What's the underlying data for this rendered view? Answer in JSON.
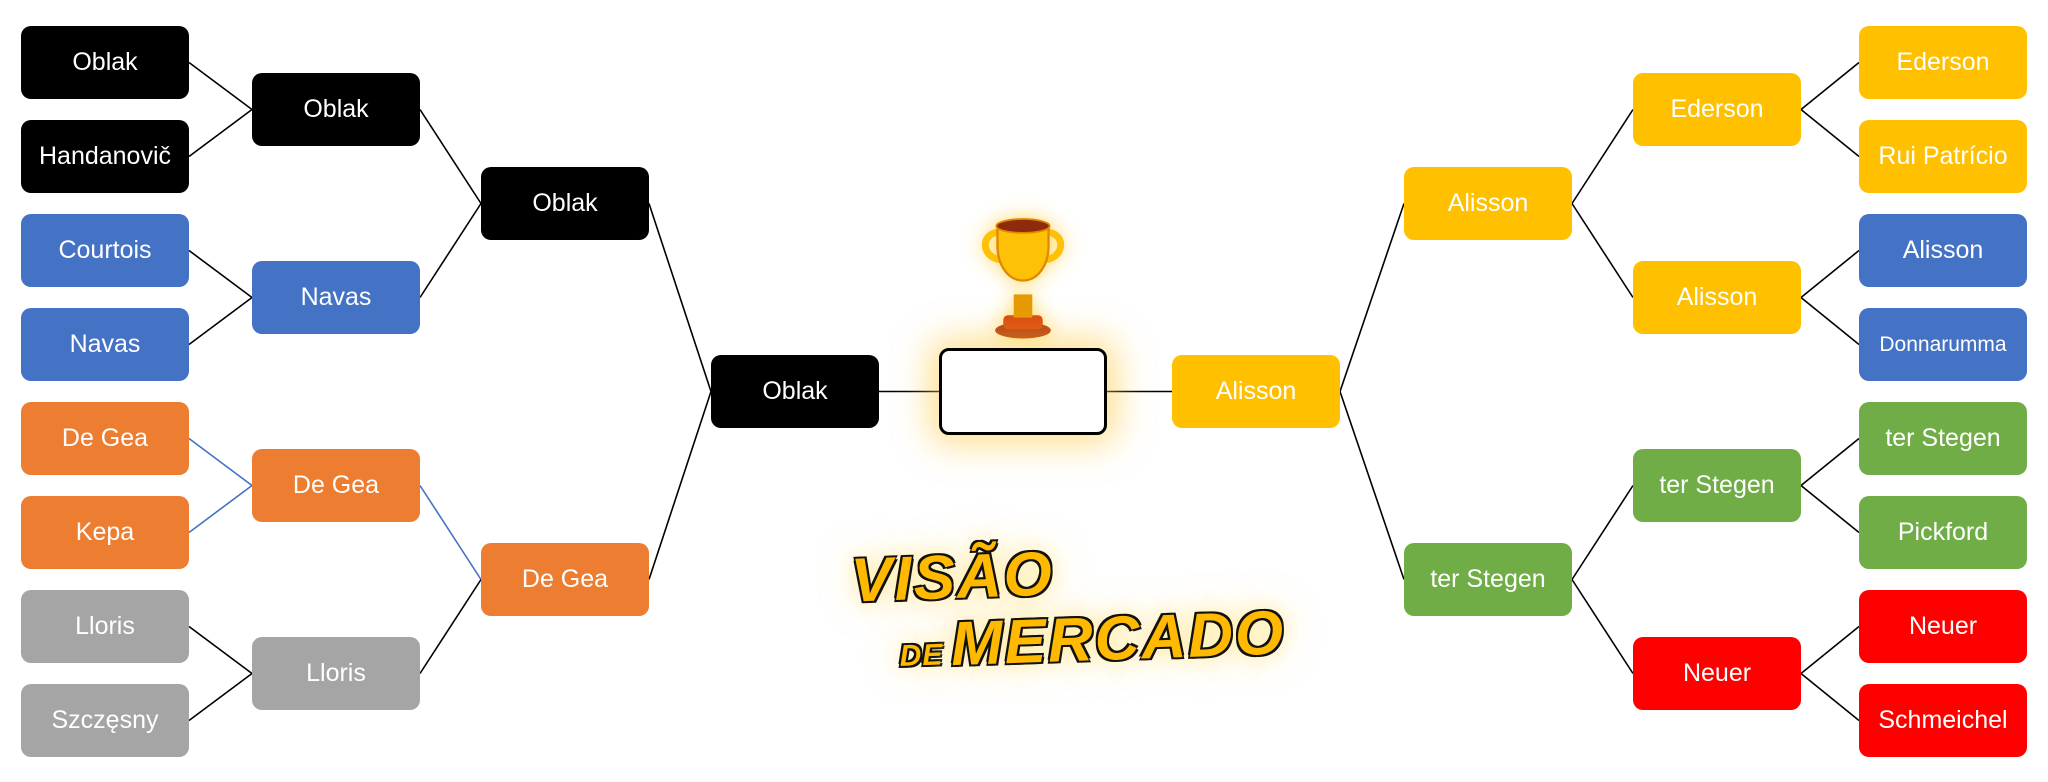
{
  "bracket": {
    "left": {
      "r16": [
        {
          "name": "Oblak",
          "color": "black"
        },
        {
          "name": "Handanovič",
          "color": "black"
        },
        {
          "name": "Courtois",
          "color": "blue"
        },
        {
          "name": "Navas",
          "color": "blue"
        },
        {
          "name": "De Gea",
          "color": "orange"
        },
        {
          "name": "Kepa",
          "color": "orange"
        },
        {
          "name": "Lloris",
          "color": "gray"
        },
        {
          "name": "Szczęsny",
          "color": "gray"
        }
      ],
      "qf": [
        {
          "name": "Oblak",
          "color": "black"
        },
        {
          "name": "Navas",
          "color": "blue"
        },
        {
          "name": "De Gea",
          "color": "orange"
        },
        {
          "name": "Lloris",
          "color": "gray"
        }
      ],
      "sf": [
        {
          "name": "Oblak",
          "color": "black"
        },
        {
          "name": "De Gea",
          "color": "orange"
        }
      ],
      "final": {
        "name": "Oblak",
        "color": "black"
      }
    },
    "champion": {
      "name": ""
    },
    "right": {
      "final": {
        "name": "Alisson",
        "color": "yellow"
      },
      "sf": [
        {
          "name": "Alisson",
          "color": "yellow"
        },
        {
          "name": "ter Stegen",
          "color": "green"
        }
      ],
      "qf": [
        {
          "name": "Ederson",
          "color": "yellow"
        },
        {
          "name": "Alisson",
          "color": "yellow"
        },
        {
          "name": "ter Stegen",
          "color": "green"
        },
        {
          "name": "Neuer",
          "color": "red"
        }
      ],
      "r16": [
        {
          "name": "Ederson",
          "color": "yellow"
        },
        {
          "name": "Rui Patrício",
          "color": "yellow"
        },
        {
          "name": "Alisson",
          "color": "blue"
        },
        {
          "name": "Donnarumma",
          "color": "blue"
        },
        {
          "name": "ter Stegen",
          "color": "green"
        },
        {
          "name": "Pickford",
          "color": "green"
        },
        {
          "name": "Neuer",
          "color": "red"
        },
        {
          "name": "Schmeichel",
          "color": "red"
        }
      ]
    }
  },
  "logo": {
    "line1": "VISÃO",
    "line2": "DE",
    "line3": "MERCADO"
  },
  "icons": {
    "trophy": "🏆"
  },
  "colors": {
    "black": "#000000",
    "blue": "#4472C4",
    "orange": "#ED7D31",
    "gray": "#A5A5A5",
    "yellow": "#FFC000",
    "green": "#70AD47",
    "red": "#FF0000",
    "white": "#FFFFFF",
    "line": "#000000",
    "line_alt": "#4472C4"
  }
}
